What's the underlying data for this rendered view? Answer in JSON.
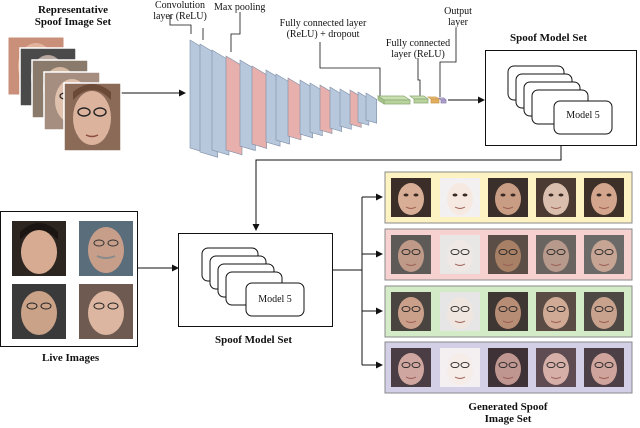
{
  "labels": {
    "representative_title": "Representative\nSpoof Image Set",
    "convolution_layer": "Convolution\nlayer (ReLU)",
    "max_pooling": "Max pooling",
    "fc_dropout": "Fully connected layer\n(ReLU) + dropout",
    "fc_relu": "Fully connected\nlayer (ReLU)",
    "output_layer": "Output\nlayer",
    "spoof_model_set_top": "Spoof Model Set",
    "model5_top": "Model 5",
    "live_images": "Live Images",
    "spoof_model_set_mid": "Spoof Model Set",
    "model5_mid": "Model 5",
    "generated_spoof": "Generated Spoof\nImage Set"
  },
  "colors": {
    "conv_layer": "#b7c7dc",
    "pool_layer": "#e8b0ad",
    "fc_layer": "#c9dfb1",
    "output": "#f0c27a",
    "row_yellow": "#fdf2c2",
    "row_red": "#f7d1d0",
    "row_green": "#d4ebc7",
    "row_purple": "#d3cfe7"
  }
}
